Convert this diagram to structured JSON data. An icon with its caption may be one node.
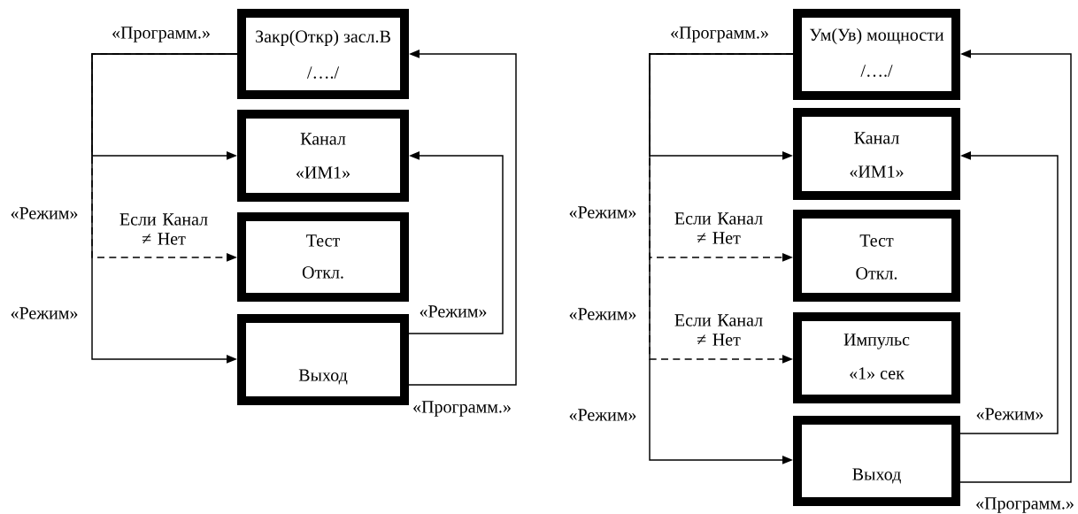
{
  "diagram": {
    "nodes": [
      {
        "text": [
          "Закр(Откр) засл.В",
          "/…./"
        ]
      },
      {
        "text": [
          "Канал",
          "«ИМ1»"
        ]
      },
      {
        "text": [
          "Тест",
          "Откл."
        ]
      },
      {
        "text": [
          "Выход"
        ]
      },
      {
        "text": [
          "Ум(Ув) мощности",
          "/…./"
        ]
      },
      {
        "text": [
          "Канал",
          "«ИМ1»"
        ]
      },
      {
        "text": [
          "Тест",
          "Откл."
        ]
      },
      {
        "text": [
          "Импульс",
          "«1» сек"
        ]
      },
      {
        "text": [
          "Выход"
        ]
      }
    ],
    "edges": [
      {
        "from": 0,
        "to": 1,
        "arrow": "to",
        "label": "«Программ.»"
      },
      {
        "from": 0,
        "to": 2,
        "arrow": "to",
        "style": "dashed",
        "label": "Если Канал ≠ Нет"
      },
      {
        "from": 0,
        "to": 3,
        "arrow": "to"
      },
      {
        "from": 3,
        "to": 1,
        "arrow": "to",
        "label": "«Режим»"
      },
      {
        "from": 3,
        "to": 0,
        "arrow": "to",
        "label": "«Программ.»"
      },
      {
        "from": 4,
        "to": 5,
        "arrow": "to",
        "label": "«Программ.»"
      },
      {
        "from": 4,
        "to": 6,
        "arrow": "to",
        "style": "dashed",
        "label": "Если Канал ≠ Нет"
      },
      {
        "from": 4,
        "to": 7,
        "arrow": "to",
        "style": "dashed",
        "label": "Если Канал ≠ Нет"
      },
      {
        "from": 4,
        "to": 8,
        "arrow": "to"
      },
      {
        "from": 8,
        "to": 5,
        "arrow": "to",
        "label": "«Режим»"
      },
      {
        "from": 8,
        "to": 4,
        "arrow": "to",
        "label": "«Программ.»"
      }
    ],
    "labels": [
      "«Режим»",
      "«Режим»",
      "«Режим»",
      "«Режим»",
      "«Режим»"
    ]
  }
}
